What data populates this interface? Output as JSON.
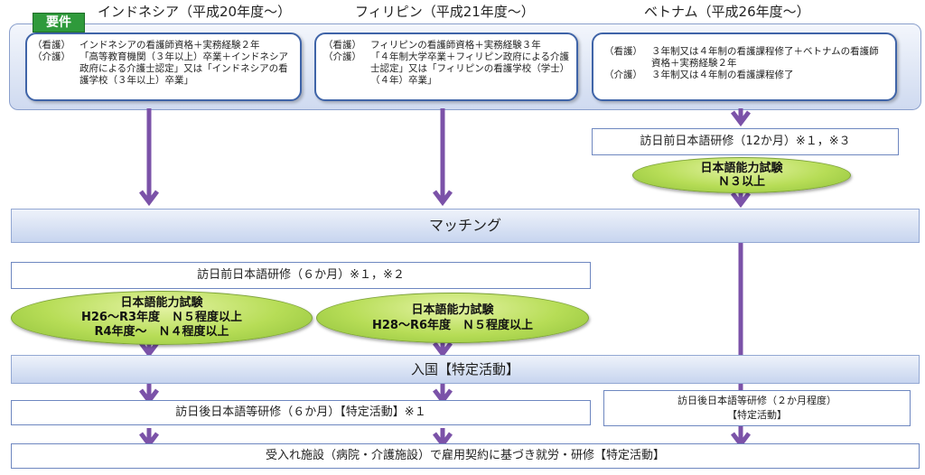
{
  "columns": [
    {
      "header": "インドネシア（平成20年度～）"
    },
    {
      "header": "フィリピン（平成21年度～）"
    },
    {
      "header": "ベトナム（平成26年度～）"
    }
  ],
  "requirements_tag": "要件",
  "requirements": [
    {
      "nursing_key": "（看護）",
      "nursing": "インドネシアの看護師資格＋実務経験２年",
      "care_key": "（介護）",
      "care": "「高等教育機関（３年以上）卒業＋インドネシア政府による介護士認定」又は「インドネシアの看護学校（３年以上）卒業」"
    },
    {
      "nursing_key": "（看護）",
      "nursing": "フィリピンの看護師資格＋実務経験３年",
      "care_key": "（介護）",
      "care": "「４年制大学卒業＋フィリピン政府による介護士認定」又は「フィリピンの看護学校（学士）（４年）卒業」"
    },
    {
      "nursing_key": "（看護）",
      "nursing": "３年制又は４年制の看護課程修了＋ベトナムの看護師資格＋実務経験２年",
      "care_key": "（介護）",
      "care": "３年制又は４年制の看護課程修了"
    }
  ],
  "vietnam_pre_training": "訪日前日本語研修（12か月）※１，※３",
  "vietnam_test": {
    "line1": "日本語能力試験",
    "line2": "Ｎ３以上"
  },
  "matching": "マッチング",
  "pre_training": "訪日前日本語研修（６か月）※１，※２",
  "indonesia_test": {
    "line1": "日本語能力試験",
    "line2": "H26～R3年度　Ｎ５程度以上",
    "line3": "R4年度～　Ｎ４程度以上"
  },
  "philippines_test": {
    "line1": "日本語能力試験",
    "line2": "H28～R6年度　Ｎ５程度以上"
  },
  "entry": "入国【特定活動】",
  "post_training": "訪日後日本語等研修（６か月）【特定活動】※１",
  "vietnam_post_training": {
    "line1": "訪日後日本語等研修（２か月程度）",
    "line2": "【特定活動】"
  },
  "employment": "受入れ施設（病院・介護施設）で雇用契約に基づき就労・研修【特定活動】",
  "colors": {
    "arrow": "#7b52a8",
    "ellipse": "#b7dd57",
    "border": "#3f64a8",
    "tag": "#2f9a3b"
  }
}
